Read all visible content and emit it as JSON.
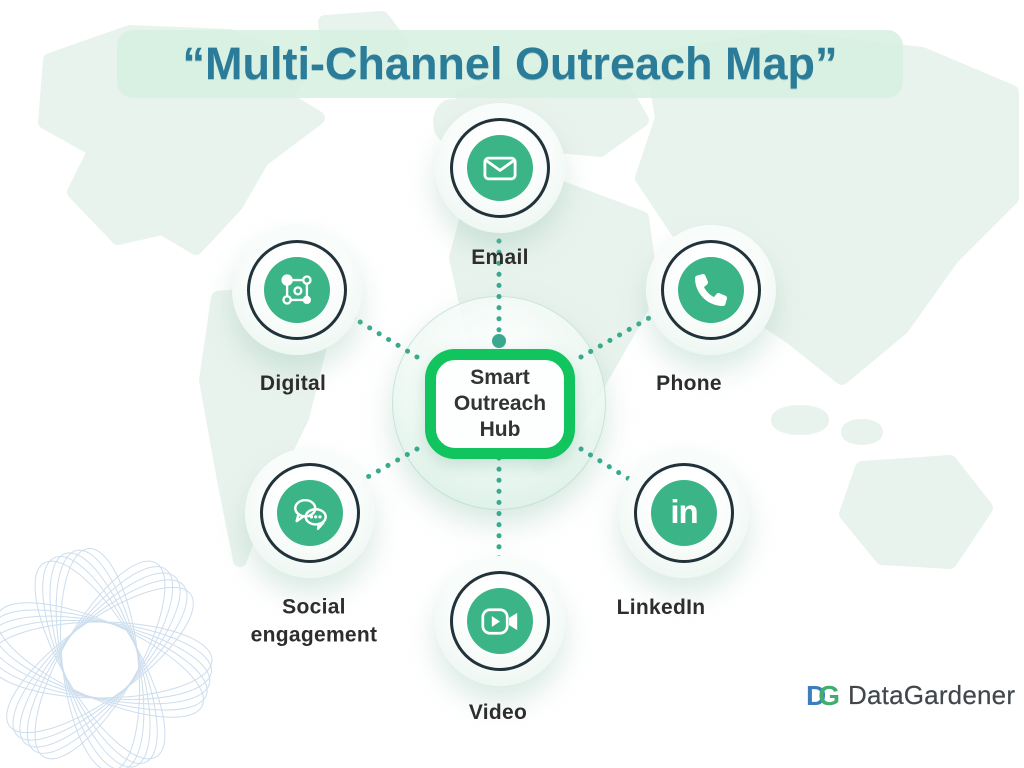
{
  "title": "“Multi-Channel Outreach Map”",
  "hub": {
    "label": "Smart Outreach Hub"
  },
  "nodes": [
    {
      "id": "email",
      "label": "Email",
      "icon": "email-icon"
    },
    {
      "id": "digital",
      "label": "Digital",
      "icon": "digital-network-icon"
    },
    {
      "id": "phone",
      "label": "Phone",
      "icon": "phone-icon"
    },
    {
      "id": "social",
      "label": "Social engagement",
      "icon": "chat-bubbles-icon"
    },
    {
      "id": "linkedin",
      "label": "LinkedIn",
      "icon": "linkedin-icon",
      "glyph": "in"
    },
    {
      "id": "video",
      "label": "Video",
      "icon": "video-camera-icon"
    }
  ],
  "logo": {
    "monogram_d": "D",
    "monogram_g": "G",
    "name": "DataGardener"
  },
  "colors": {
    "title_text": "#2a7c99",
    "title_band": "#d6f0e1",
    "node_green": "#3bb488",
    "hub_border_green": "#12c45e",
    "connector_dots": "#3aa98e",
    "ring_dark": "#22323a",
    "label_text": "#2d2d2d",
    "logo_blue": "#3c7dc0",
    "logo_green": "#3fae6e",
    "map_tint": "#e2efe8",
    "swirl_blue": "#c7daec"
  }
}
